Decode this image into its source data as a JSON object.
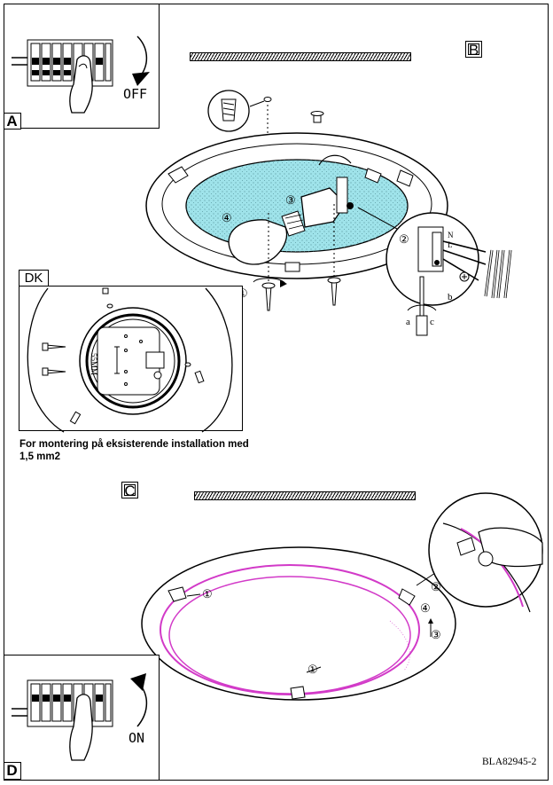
{
  "panels": {
    "a": {
      "letter": "A",
      "switch_label": "OFF"
    },
    "b": {
      "letter": "B",
      "dimension_label": "55MM",
      "terminal_letters": [
        "N",
        "L"
      ],
      "tool_letters": [
        "a",
        "b",
        "c"
      ]
    },
    "dk": {
      "label": "DK",
      "note": "For montering på  eksisterende installation med 1,5 mm2"
    },
    "c": {
      "letter": "C"
    },
    "d": {
      "letter": "D",
      "switch_label": "ON"
    }
  },
  "steps": {
    "one": "①",
    "two": "②",
    "three": "③",
    "four": "④"
  },
  "doc_code": "BLA82945-2",
  "colors": {
    "glass_tint": "#9fe3ea",
    "ring_magenta": "#d23ac8"
  }
}
